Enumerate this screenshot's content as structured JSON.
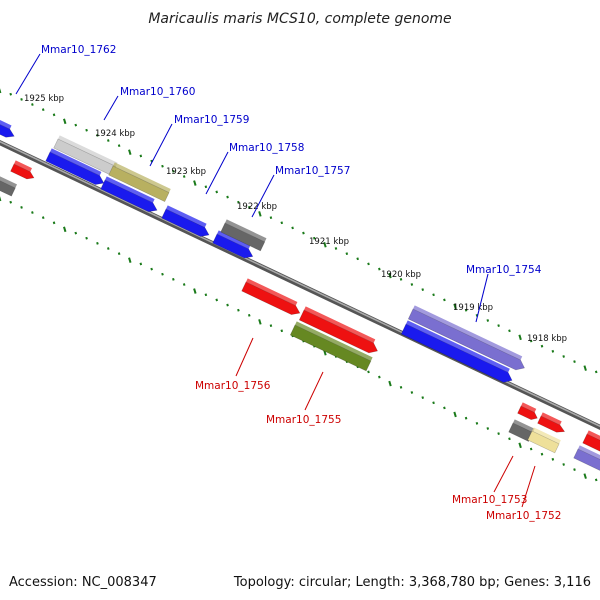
{
  "title": "Maricaulis maris MCS10, complete genome",
  "footer": {
    "accession": "Accession: NC_008347",
    "summary": "Topology: circular; Length: 3,368,780 bp; Genes: 3,116"
  },
  "ticks": [
    "1925 kbp",
    "1924 kbp",
    "1923 kbp",
    "1922 kbp",
    "1921 kbp",
    "1920 kbp",
    "1919 kbp",
    "1918 kbp"
  ],
  "genes_forward": [
    {
      "label": "Mmar10_1762",
      "color": "#0000cc"
    },
    {
      "label": "Mmar10_1760",
      "color": "#0000cc"
    },
    {
      "label": "Mmar10_1759",
      "color": "#0000cc"
    },
    {
      "label": "Mmar10_1758",
      "color": "#0000cc"
    },
    {
      "label": "Mmar10_1757",
      "color": "#0000cc"
    },
    {
      "label": "Mmar10_1754",
      "color": "#0000cc"
    }
  ],
  "genes_reverse": [
    {
      "label": "Mmar10_1756",
      "color": "#cc0000"
    },
    {
      "label": "Mmar10_1755",
      "color": "#cc0000"
    },
    {
      "label": "Mmar10_1753",
      "color": "#cc0000"
    },
    {
      "label": "Mmar10_1752",
      "color": "#cc0000"
    }
  ],
  "feature_colors": {
    "cds_forward": "#1a1aee",
    "cds_reverse": "#ee1111",
    "gray": "#666666",
    "light_gray": "#cccccc",
    "khaki": "#b8b060",
    "olive": "#668822",
    "purple": "#7a6fd0",
    "pale_yellow": "#eee09a",
    "axis": "#777777",
    "tick": "#1a7a1a"
  }
}
